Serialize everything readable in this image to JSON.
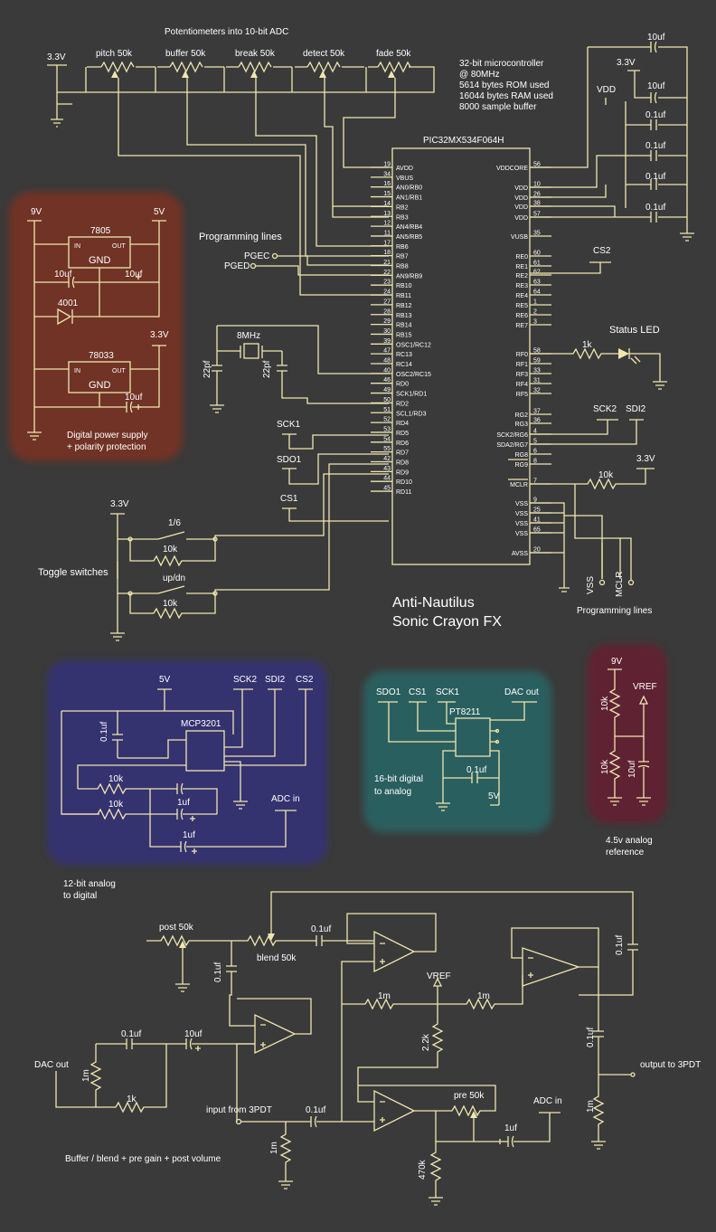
{
  "colors": {
    "background": "#3a3a3a",
    "wire": "#efe6b0",
    "text": "#ffffff",
    "power_box": "#7a3324",
    "adc_box": "#343070",
    "dac_box": "#2c5e5e",
    "vref_box": "#5e2230"
  },
  "title": {
    "line1": "Anti-Nautilus",
    "line2": "Sonic Crayon FX"
  },
  "pots": {
    "heading": "Potentiometers into 10-bit ADC",
    "supply": "3.3V",
    "labels": [
      "pitch 50k",
      "buffer 50k",
      "break 50k",
      "detect 50k",
      "fade 50k"
    ]
  },
  "mcu": {
    "info": [
      "32-bit microcontroller",
      "@ 80MHz",
      "5614 bytes ROM used",
      "16044 bytes RAM used",
      "8000 sample buffer"
    ],
    "part": "PIC32MX534F064H",
    "left_pins": [
      {
        "n": "19",
        "name": "AVDD"
      },
      {
        "n": "34",
        "name": "VBUS"
      },
      {
        "n": "16",
        "name": "AN0/RB0"
      },
      {
        "n": "15",
        "name": "AN1/RB1"
      },
      {
        "n": "14",
        "name": "RB2"
      },
      {
        "n": "13",
        "name": "RB3"
      },
      {
        "n": "12",
        "name": "AN4/RB4"
      },
      {
        "n": "11",
        "name": "AN5/RB5"
      },
      {
        "n": "17",
        "name": "RB6"
      },
      {
        "n": "18",
        "name": "RB7"
      },
      {
        "n": "21",
        "name": "RB8"
      },
      {
        "n": "22",
        "name": "AN9/RB9"
      },
      {
        "n": "23",
        "name": "RB10"
      },
      {
        "n": "24",
        "name": "RB11"
      },
      {
        "n": "27",
        "name": "RB12"
      },
      {
        "n": "28",
        "name": "RB13"
      },
      {
        "n": "29",
        "name": "RB14"
      },
      {
        "n": "30",
        "name": "RB15"
      },
      {
        "n": "39",
        "name": "OSC1/RC12"
      },
      {
        "n": "47",
        "name": "RC13"
      },
      {
        "n": "48",
        "name": "RC14"
      },
      {
        "n": "40",
        "name": "OSC2/RC15"
      },
      {
        "n": "46",
        "name": "RD0"
      },
      {
        "n": "49",
        "name": "SCK1/RD1"
      },
      {
        "n": "50",
        "name": "RD2"
      },
      {
        "n": "51",
        "name": "SCL1/RD3"
      },
      {
        "n": "52",
        "name": "RD4"
      },
      {
        "n": "53",
        "name": "RD5"
      },
      {
        "n": "54",
        "name": "RD6"
      },
      {
        "n": "55",
        "name": "RD7"
      },
      {
        "n": "42",
        "name": "RD8"
      },
      {
        "n": "43",
        "name": "RD9"
      },
      {
        "n": "44",
        "name": "RD10"
      },
      {
        "n": "45",
        "name": "RD11"
      }
    ],
    "right_pins": [
      {
        "n": "56",
        "name": "VDDCORE"
      },
      {
        "n": "10",
        "name": "VDD"
      },
      {
        "n": "26",
        "name": "VDD"
      },
      {
        "n": "38",
        "name": "VDD"
      },
      {
        "n": "57",
        "name": "VDD"
      },
      {
        "n": "35",
        "name": "VUSB"
      },
      {
        "n": "60",
        "name": "RE0"
      },
      {
        "n": "61",
        "name": "RE1"
      },
      {
        "n": "62",
        "name": "RE2"
      },
      {
        "n": "63",
        "name": "RE3"
      },
      {
        "n": "64",
        "name": "RE4"
      },
      {
        "n": "1",
        "name": "RE5"
      },
      {
        "n": "2",
        "name": "RE6"
      },
      {
        "n": "3",
        "name": "RE7"
      },
      {
        "n": "58",
        "name": "RF0"
      },
      {
        "n": "59",
        "name": "RF1"
      },
      {
        "n": "33",
        "name": "RF3"
      },
      {
        "n": "31",
        "name": "RF4"
      },
      {
        "n": "32",
        "name": "RF5"
      },
      {
        "n": "37",
        "name": "RG2"
      },
      {
        "n": "36",
        "name": "RG3"
      },
      {
        "n": "4",
        "name": "SCK2/RG6"
      },
      {
        "n": "5",
        "name": "SDA2/RG7"
      },
      {
        "n": "6",
        "name": "RG8"
      },
      {
        "n": "8",
        "name": "RG9"
      },
      {
        "n": "7",
        "name": "MCLR"
      },
      {
        "n": "9",
        "name": "VSS"
      },
      {
        "n": "25",
        "name": "VSS"
      },
      {
        "n": "41",
        "name": "VSS"
      },
      {
        "n": "65",
        "name": "VSS"
      },
      {
        "n": "20",
        "name": "AVSS"
      }
    ]
  },
  "decoupling": {
    "c_top": "10uf",
    "supply": "3.3V",
    "vdd": "VDD",
    "c_mid": "10uf",
    "c_small": [
      "0.1uf",
      "0.1uf",
      "0.1uf",
      "0.1uf"
    ]
  },
  "programming": {
    "heading": "Programming lines",
    "pgec": "PGEC",
    "pged": "PGED",
    "heading2": "Programming lines",
    "vss": "VSS",
    "mclr": "MCLR"
  },
  "crystal": {
    "freq": "8MHz",
    "cap1": "22pf",
    "cap2": "22pf"
  },
  "spi_labels": {
    "sck1": "SCK1",
    "sdo1": "SDO1",
    "cs1": "CS1",
    "cs2": "CS2",
    "sck2": "SCK2",
    "sdi2": "SDI2"
  },
  "status": {
    "heading": "Status LED",
    "resistor": "1k"
  },
  "mclr_circuit": {
    "resistor": "10k",
    "supply": "3.3V"
  },
  "toggles": {
    "heading": "Toggle switches",
    "supply": "3.3V",
    "sw1": "1/6",
    "sw2": "up/dn",
    "r1": "10k",
    "r2": "10k"
  },
  "power": {
    "vin": "9V",
    "reg1": "7805",
    "in": "IN",
    "out": "OUT",
    "gnd": "GND",
    "v5": "5V",
    "c1": "10uf",
    "c2": "10uf",
    "diode": "4001",
    "reg2": "78033",
    "in2": "IN",
    "out2": "OUT",
    "gnd2": "GND",
    "v33": "3.3V",
    "c3": "10uf",
    "caption1": "Digital power supply",
    "caption2": "+ polarity protection"
  },
  "adc": {
    "v5": "5V",
    "sck2": "SCK2",
    "sdi2": "SDI2",
    "cs2": "CS2",
    "chip": "MCP3201",
    "cap": "0.1uf",
    "r1": "10k",
    "r2": "10k",
    "c1": "1uf",
    "c2": "1uf",
    "adc_in": "ADC in",
    "caption1": "12-bit analog",
    "caption2": "to digital"
  },
  "dac": {
    "sdo1": "SDO1",
    "cs1": "CS1",
    "sck1": "SCK1",
    "dac_out": "DAC out",
    "chip": "PT8211",
    "cap": "0.1uf",
    "v5": "5V",
    "caption1": "16-bit digital",
    "caption2": "to analog"
  },
  "vref": {
    "v9": "9V",
    "vref": "VREF",
    "r1": "10k",
    "r2": "10k",
    "c": "10uf",
    "caption1": "4.5v analog",
    "caption2": "reference"
  },
  "analog": {
    "post": "post 50k",
    "blend": "blend 50k",
    "c_top": "0.1uf",
    "c_left": "0.1uf",
    "c_right_top": "0.1uf",
    "vref": "VREF",
    "r_1m_a": "1m",
    "r_1m_b": "1m",
    "r_22k": "2.2k",
    "c_rmid": "0.1uf",
    "out": "output to 3PDT",
    "dac_out": "DAC out",
    "c_01": "0.1uf",
    "c_10": "10uf",
    "r_1m_dac": "1m",
    "r_1k": "1k",
    "input": "input from 3PDT",
    "c_in": "0.1uf",
    "r_1m_in": "1m",
    "pre": "pre 50k",
    "adc_in": "ADC in",
    "c_1uf": "1uf",
    "r_470k": "470k",
    "r_1m_out": "1m",
    "caption": "Buffer / blend + pre gain + post volume"
  }
}
